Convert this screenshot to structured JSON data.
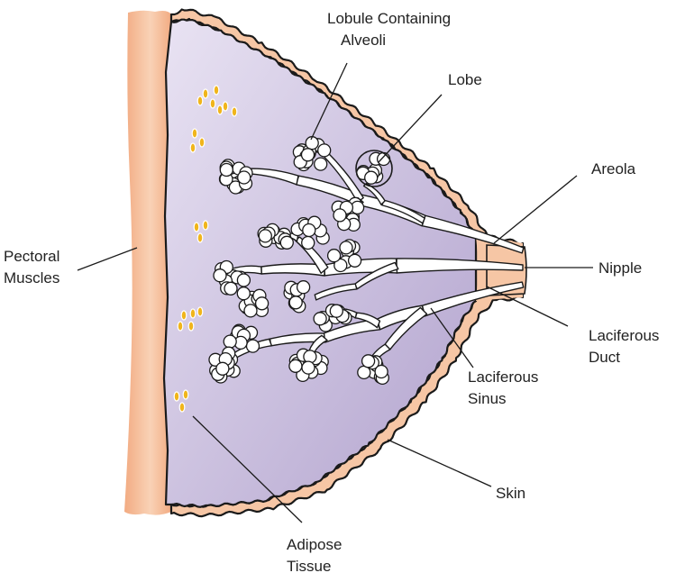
{
  "colors": {
    "tissue_light": "#e9e3f3",
    "tissue_dark": "#b1a2cd",
    "skin": "#f6c6a5",
    "skin_edge": "#f2ab82",
    "fat": "#f0b51c",
    "outline": "#1a1a1a"
  },
  "labels": {
    "lobule": [
      "Lobule Containing",
      "Alveoli"
    ],
    "lobe": [
      "Lobe"
    ],
    "areola": [
      "Areola"
    ],
    "nipple": [
      "Nipple"
    ],
    "pectoral": [
      "Pectoral",
      "Muscles"
    ],
    "laciferous_duct": [
      "Laciferous",
      "Duct"
    ],
    "laciferous_sinus": [
      "Laciferous",
      "Sinus"
    ],
    "skin": [
      "Skin"
    ],
    "adipose": [
      "Adipose",
      "Tissue"
    ]
  }
}
